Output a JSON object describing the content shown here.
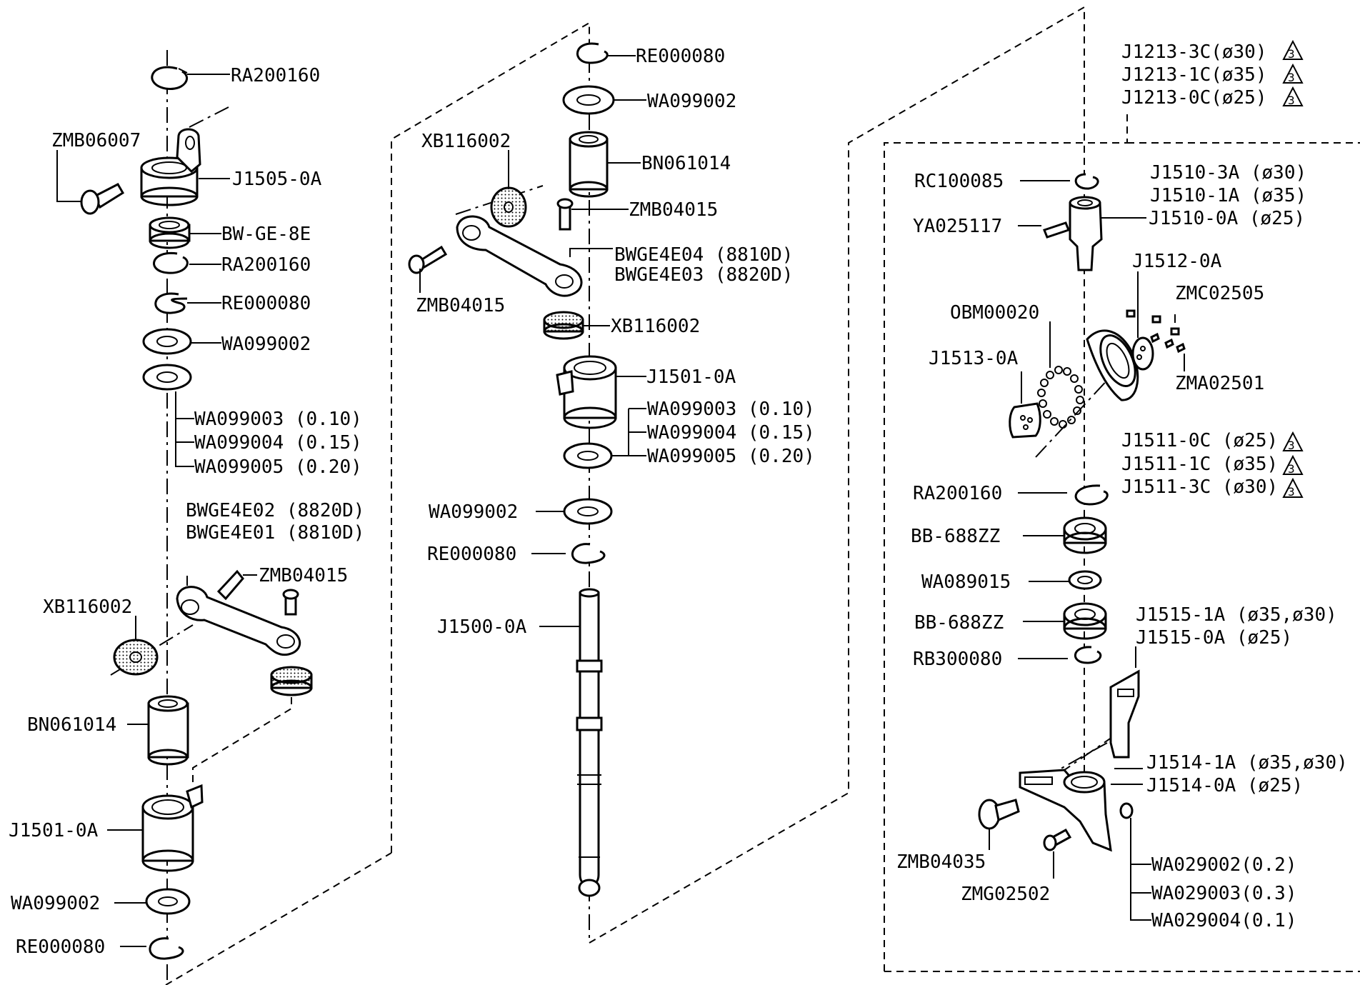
{
  "labels": {
    "l_ra200160_top": "RA200160",
    "l_zmb06007": "ZMB06007",
    "l_j1505": "J1505-0A",
    "l_bwge8e": "BW-GE-8E",
    "l_ra200160_2": "RA200160",
    "l_re000080_1": "RE000080",
    "l_wa099002_1": "WA099002",
    "l_wa099003_1": "WA099003 (0.10)",
    "l_wa099004_1": "WA099004 (0.15)",
    "l_wa099005_1": "WA099005 (0.20)",
    "l_bwge4e02": "BWGE4E02 (8820D)",
    "l_bwge4e01": "BWGE4E01 (8810D)",
    "l_zmb04015_1": "ZMB04015",
    "l_xb116002_1": "XB116002",
    "l_bn061014_1": "BN061014",
    "l_j1501_1": "J1501-0A",
    "l_wa099002_2": "WA099002",
    "l_re000080_2": "RE000080",
    "l_re000080_3": "RE000080",
    "l_wa099002_3": "WA099002",
    "l_xb116002_2": "XB116002",
    "l_bn061014_2": "BN061014",
    "l_zmb04015_2": "ZMB04015",
    "l_bwge4e04": "BWGE4E04 (8810D)",
    "l_bwge4e03": "BWGE4E03 (8820D)",
    "l_zmb04015_3": "ZMB04015",
    "l_xb116002_3": "XB116002",
    "l_j1501_2": "J1501-0A",
    "l_wa099003_2": "WA099003 (0.10)",
    "l_wa099004_2": "WA099004 (0.15)",
    "l_wa099005_2": "WA099005 (0.20)",
    "l_wa099002_4": "WA099002",
    "l_re000080_4": "RE000080",
    "l_j1500": "J1500-0A",
    "l_j1213_3c": "J1213-3C(ø30)",
    "l_j1213_1c": "J1213-1C(ø35)",
    "l_j1213_0c": "J1213-0C(ø25)",
    "l_rc100085": "RC100085",
    "l_j1510_3a": "J1510-3A (ø30)",
    "l_j1510_1a": "J1510-1A (ø35)",
    "l_ya025117": "YA025117",
    "l_j1510_0a": "J1510-0A (ø25)",
    "l_j1512": "J1512-0A",
    "l_obm00020": "OBM00020",
    "l_zmc02505": "ZMC02505",
    "l_j1513": "J1513-0A",
    "l_zma02501": "ZMA02501",
    "l_j1511_0c": "J1511-0C (ø25)",
    "l_j1511_1c": "J1511-1C (ø35)",
    "l_j1511_3c": "J1511-3C (ø30)",
    "l_ra200160_3": "RA200160",
    "l_bb688zz_1": "BB-688ZZ",
    "l_wa089015": "WA089015",
    "l_bb688zz_2": "BB-688ZZ",
    "l_rb300080": "RB300080",
    "l_j1515_1a": "J1515-1A (ø35,ø30)",
    "l_j1515_0a": "J1515-0A (ø25)",
    "l_j1514_1a": "J1514-1A (ø35,ø30)",
    "l_j1514_0a": "J1514-0A (ø25)",
    "l_zmb04035": "ZMB04035",
    "l_zmg02502": "ZMG02502",
    "l_wa029002": "WA029002(0.2)",
    "l_wa029003": "WA029003(0.3)",
    "l_wa029004": "WA029004(0.1)",
    "revision_mark": "3"
  }
}
